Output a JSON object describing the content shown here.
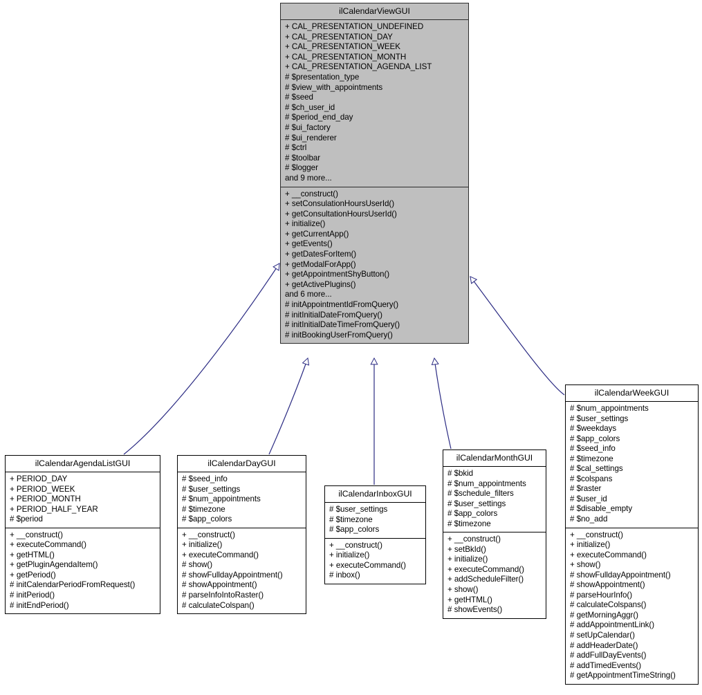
{
  "diagram": {
    "kind": "uml-class-diagram",
    "relation": "generalization",
    "edge_color": "#2b2b83",
    "root_fill": "#bfbfbf",
    "leaf_fill": "#ffffff",
    "border_color": "#000000"
  },
  "classes": {
    "root": {
      "name": "ilCalendarViewGUI",
      "attributes": [
        "+ CAL_PRESENTATION_UNDEFINED",
        "+ CAL_PRESENTATION_DAY",
        "+ CAL_PRESENTATION_WEEK",
        "+ CAL_PRESENTATION_MONTH",
        "+ CAL_PRESENTATION_AGENDA_LIST",
        "# $presentation_type",
        "# $view_with_appointments",
        "# $seed",
        "# $ch_user_id",
        "# $period_end_day",
        "# $ui_factory",
        "# $ui_renderer",
        "# $ctrl",
        "# $toolbar",
        "# $logger",
        "and 9 more..."
      ],
      "operations": [
        "+ __construct()",
        "+ setConsulationHoursUserId()",
        "+ getConsultationHoursUserId()",
        "+ initialize()",
        "+ getCurrentApp()",
        "+ getEvents()",
        "+ getDatesForItem()",
        "+ getModalForApp()",
        "+ getAppointmentShyButton()",
        "+ getActivePlugins()",
        "and 6 more...",
        "# initAppointmentIdFromQuery()",
        "# initInitialDateFromQuery()",
        "# initInitialDateTimeFromQuery()",
        "# initBookingUserFromQuery()"
      ]
    },
    "agenda": {
      "name": "ilCalendarAgendaListGUI",
      "attributes": [
        "+ PERIOD_DAY",
        "+ PERIOD_WEEK",
        "+ PERIOD_MONTH",
        "+ PERIOD_HALF_YEAR",
        "# $period"
      ],
      "operations": [
        "+ __construct()",
        "+ executeCommand()",
        "+ getHTML()",
        "+ getPluginAgendaItem()",
        "+ getPeriod()",
        "# initCalendarPeriodFromRequest()",
        "# initPeriod()",
        "# initEndPeriod()"
      ]
    },
    "day": {
      "name": "ilCalendarDayGUI",
      "attributes": [
        "# $seed_info",
        "# $user_settings",
        "# $num_appointments",
        "# $timezone",
        "# $app_colors"
      ],
      "operations": [
        "+ __construct()",
        "+ initialize()",
        "+ executeCommand()",
        "# show()",
        "# showFulldayAppointment()",
        "# showAppointment()",
        "# parseInfoIntoRaster()",
        "# calculateColspan()"
      ]
    },
    "inbox": {
      "name": "ilCalendarInboxGUI",
      "attributes": [
        "# $user_settings",
        "# $timezone",
        "# $app_colors"
      ],
      "operations": [
        "+ __construct()",
        "+ initialize()",
        "+ executeCommand()",
        "# inbox()"
      ]
    },
    "month": {
      "name": "ilCalendarMonthGUI",
      "attributes": [
        "# $bkid",
        "# $num_appointments",
        "# $schedule_filters",
        "# $user_settings",
        "# $app_colors",
        "# $timezone"
      ],
      "operations": [
        "+ __construct()",
        "+ setBkId()",
        "+ initialize()",
        "+ executeCommand()",
        "+ addScheduleFilter()",
        "+ show()",
        "+ getHTML()",
        "# showEvents()"
      ]
    },
    "week": {
      "name": "ilCalendarWeekGUI",
      "attributes": [
        "# $num_appointments",
        "# $user_settings",
        "# $weekdays",
        "# $app_colors",
        "# $seed_info",
        "# $timezone",
        "# $cal_settings",
        "# $colspans",
        "# $raster",
        "# $user_id",
        "# $disable_empty",
        "# $no_add"
      ],
      "operations": [
        "+ __construct()",
        "+ initialize()",
        "+ executeCommand()",
        "+ show()",
        "# showFulldayAppointment()",
        "# showAppointment()",
        "# parseHourInfo()",
        "# calculateColspans()",
        "# getMorningAggr()",
        "# addAppointmentLink()",
        "# setUpCalendar()",
        "# addHeaderDate()",
        "# addFullDayEvents()",
        "# addTimedEvents()",
        "# getAppointmentTimeString()"
      ]
    }
  },
  "edges": [
    {
      "from": "agenda",
      "to": "root"
    },
    {
      "from": "day",
      "to": "root"
    },
    {
      "from": "inbox",
      "to": "root"
    },
    {
      "from": "month",
      "to": "root"
    },
    {
      "from": "week",
      "to": "root"
    }
  ]
}
